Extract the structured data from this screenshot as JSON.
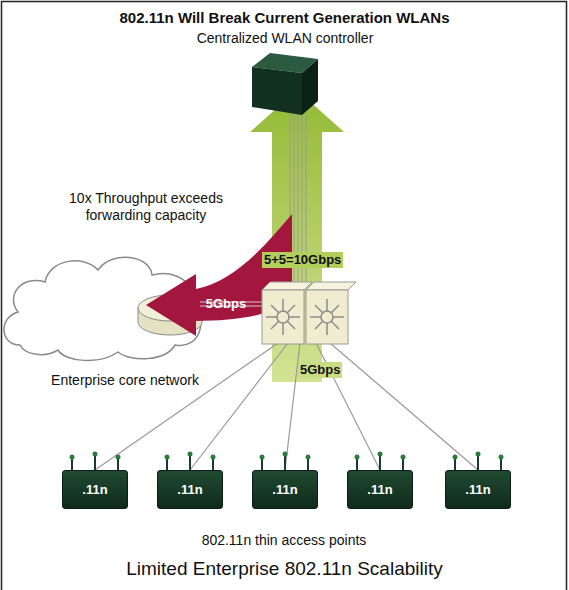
{
  "diagram": {
    "title": "802.11n Will Break Current Generation WLANs",
    "caption": "Limited Enterprise 802.11n Scalability",
    "nodes": [
      {
        "text": [
          "Centralized WLAN controller"
        ]
      },
      {
        "text": [
          "Enterprise core network"
        ]
      },
      {
        "text": [
          ".11n"
        ]
      },
      {
        "text": [
          ".11n"
        ]
      },
      {
        "text": [
          ".11n"
        ]
      },
      {
        "text": [
          ".11n"
        ]
      },
      {
        "text": [
          ".11n"
        ]
      }
    ],
    "labels": [
      "10x Throughput exceeds forwarding capacity",
      "5Gbps",
      "5+5=10Gbps",
      "5Gbps",
      "802.11n thin access points"
    ]
  }
}
